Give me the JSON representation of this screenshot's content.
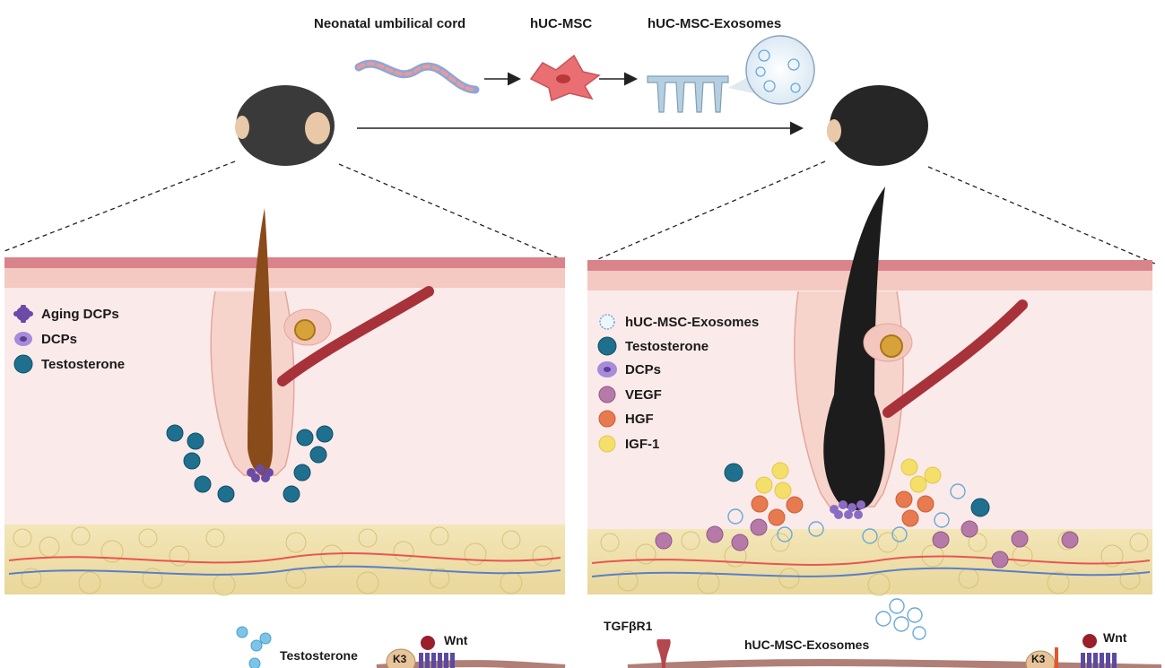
{
  "flow": {
    "step1": "Neonatal umbilical cord",
    "step2": "hUC-MSC",
    "step3": "hUC-MSC-Exosomes"
  },
  "left_panel": {
    "legend": [
      {
        "label": "Aging DCPs",
        "icon": "aging-dcp-icon",
        "color": "#6b4aa8"
      },
      {
        "label": "DCPs",
        "icon": "dcp-icon",
        "color": "#8a6cc4"
      },
      {
        "label": "Testosterone",
        "icon": "testosterone-icon",
        "color": "#1f6f8f"
      }
    ]
  },
  "right_panel": {
    "legend": [
      {
        "label": "hUC-MSC-Exosomes",
        "icon": "exosome-icon",
        "color": "#6aa9d8"
      },
      {
        "label": "Testosterone",
        "icon": "testosterone-icon",
        "color": "#1f6f8f"
      },
      {
        "label": "DCPs",
        "icon": "dcp-icon",
        "color": "#8a6cc4"
      },
      {
        "label": "VEGF",
        "icon": "vegf-icon",
        "color": "#b57aa8"
      },
      {
        "label": "HGF",
        "icon": "hgf-icon",
        "color": "#e77a4f"
      },
      {
        "label": "IGF-1",
        "icon": "igf1-icon",
        "color": "#f4df6a"
      }
    ]
  },
  "bottom": {
    "testosterone": "Testosterone",
    "wnt_left": "Wnt",
    "tgfbr1": "TGFβR1",
    "exosomes": "hUC-MSC-Exosomes",
    "wnt_right": "Wnt",
    "k3_left": "K3",
    "k3_right": "K3"
  }
}
